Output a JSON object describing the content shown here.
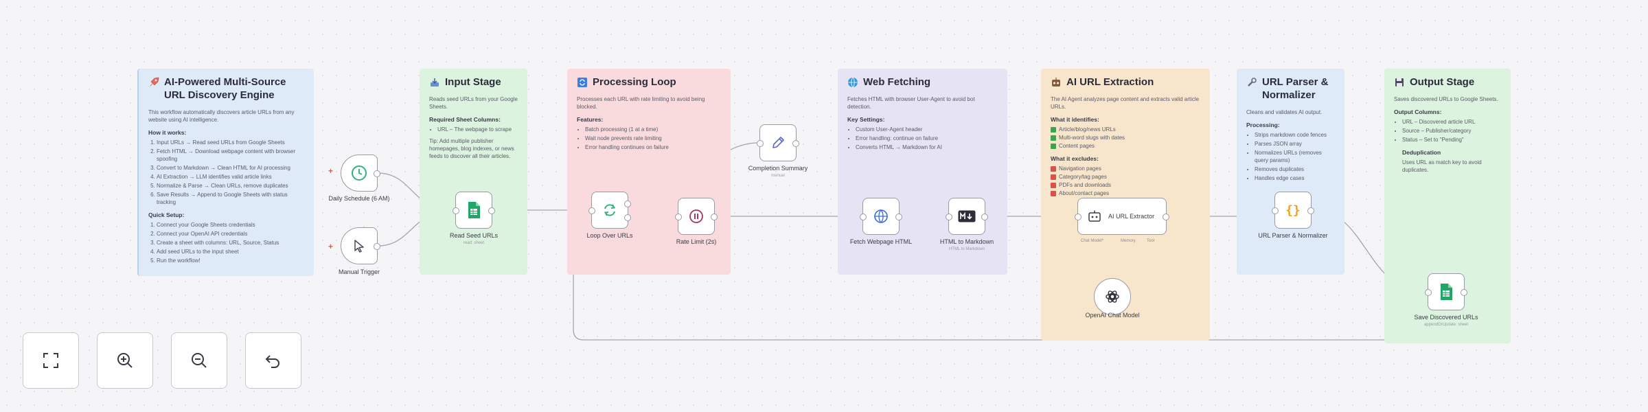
{
  "notes": {
    "intro": {
      "title": "AI-Powered Multi-Source URL Discovery Engine",
      "desc": "This workflow automatically discovers article URLs from any website using AI intelligence.",
      "how_title": "How it works:",
      "how_items": [
        "Input URLs → Read seed URLs from Google Sheets",
        "Fetch HTML → Download webpage content with browser spoofing",
        "Convert to Markdown → Clean HTML for AI processing",
        "AI Extraction → LLM identifies valid article links",
        "Normalize & Parse → Clean URLs, remove duplicates",
        "Save Results → Append to Google Sheets with status tracking"
      ],
      "setup_title": "Quick Setup:",
      "setup_items": [
        "Connect your Google Sheets credentials",
        "Connect your OpenAI API credentials",
        "Create a sheet with columns: URL, Source, Status",
        "Add seed URLs to the input sheet",
        "Run the workflow!"
      ]
    },
    "input": {
      "title": "Input Stage",
      "desc": "Reads seed URLs from your Google Sheets.",
      "req_title": "Required Sheet Columns:",
      "req_items": [
        "URL – The webpage to scrape"
      ],
      "tip": "Tip: Add multiple publisher homepages, blog indexes, or news feeds to discover all their articles."
    },
    "loop": {
      "title": "Processing Loop",
      "desc": "Processes each URL with rate limiting to avoid being blocked.",
      "feat_title": "Features:",
      "items": [
        "Batch processing (1 at a time)",
        "Wait node prevents rate limiting",
        "Error handling continues on failure"
      ]
    },
    "fetch": {
      "title": "Web Fetching",
      "desc": "Fetches HTML with browser User-Agent to avoid bot detection.",
      "key_title": "Key Settings:",
      "items": [
        "Custom User-Agent header",
        "Error handling: continue on failure",
        "Converts HTML → Markdown for AI"
      ]
    },
    "ai": {
      "title": "AI URL Extraction",
      "desc": "The AI Agent analyzes page content and extracts valid article URLs.",
      "id_title": "What it identifies:",
      "id_items": [
        "Article/blog/news URLs",
        "Multi-word slugs with dates",
        "Content pages"
      ],
      "ex_title": "What it excludes:",
      "ex_items": [
        "Navigation pages",
        "Category/tag pages",
        "PDFs and downloads",
        "About/contact pages"
      ]
    },
    "parser": {
      "title": "URL Parser & Normalizer",
      "desc": "Cleans and validates AI output.",
      "proc_title": "Processing:",
      "items": [
        "Strips markdown code fences",
        "Parses JSON array",
        "Normalizes URLs (removes query params)",
        "Removes duplicates",
        "Handles edge cases"
      ]
    },
    "output": {
      "title": "Output Stage",
      "desc": "Saves discovered URLs to Google Sheets.",
      "col_title": "Output Columns:",
      "items": [
        "URL – Discovered article URL",
        "Source – Publisher/category",
        "Status – Set to \"Pending\""
      ],
      "dedup_title": "Deduplication",
      "dedup": "Uses URL as match key to avoid duplicates."
    }
  },
  "nodes": {
    "daily": {
      "label": "Daily Schedule (6 AM)"
    },
    "manual": {
      "label": "Manual Trigger"
    },
    "read": {
      "label": "Read Seed URLs",
      "sub": "read: sheet"
    },
    "loop": {
      "label": "Loop Over URLs"
    },
    "summary": {
      "label": "Completion Summary",
      "sub": "manual"
    },
    "rate": {
      "label": "Rate Limit (2s)"
    },
    "fetch": {
      "label": "Fetch Webpage HTML"
    },
    "md": {
      "label": "HTML to Markdown",
      "sub": "HTML to Markdown"
    },
    "agent": {
      "label": "AI URL Extractor"
    },
    "chat": {
      "label": "OpenAI Chat Model"
    },
    "parser": {
      "label": "URL Parser & Normalizer"
    },
    "save": {
      "label": "Save Discovered URLs",
      "sub": "appendOrUpdate: sheet"
    }
  },
  "agent_ports": {
    "model": "Chat Model*",
    "memory": "Memory",
    "tool": "Tool"
  },
  "colors": {
    "blue_note": "#dfeaf8",
    "green_note": "#dcf3df",
    "red_note": "#f9dbde",
    "purple_note": "#e6e3f5",
    "orange_note": "#f8e6cc",
    "wire": "#a3a3ad"
  }
}
